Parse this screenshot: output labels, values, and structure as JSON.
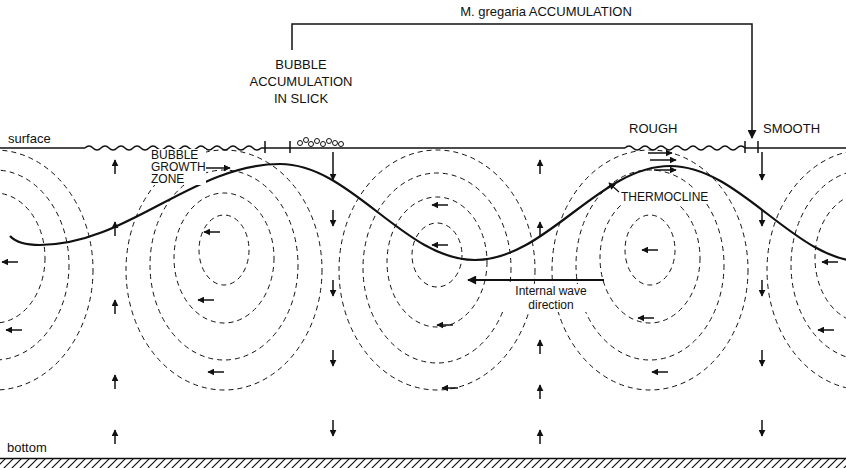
{
  "diagram": {
    "labels": [
      "M. gregaria ACCUMULATION",
      "BUBBLE ACCUMULATION IN SLICK",
      "surface",
      "BUBBLE GROWTH ZONE",
      "ROUGH",
      "SMOOTH",
      "THERMOCLINE",
      "Internal wave direction",
      "bottom"
    ]
  }
}
